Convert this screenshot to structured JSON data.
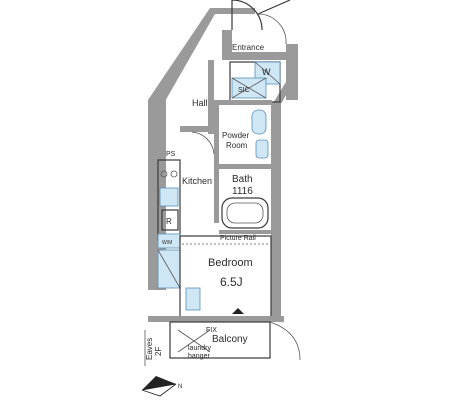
{
  "rooms": {
    "entrance": "Entrance",
    "w": "W",
    "sic": "SIC",
    "hall": "Hall",
    "powder_room": "Powder\nRoom",
    "powder_room_line1": "Powder",
    "powder_room_line2": "Room",
    "ps": "PS",
    "kitchen": "Kitchen",
    "bath": "Bath",
    "bath_size": "1116",
    "r": "R",
    "wm": "W/M",
    "picture_rail": "Picture Rail",
    "bedroom": "Bedroom",
    "bedroom_size": "6.5J",
    "balcony": "Balcony",
    "fix": "FIX",
    "laundry_line1": "laundry",
    "laundry_line2": "hanger",
    "eaves": "Eaves",
    "floor": "2F"
  },
  "compass": {
    "north_label": "N"
  },
  "colors": {
    "wall": "#9a9a9a",
    "fixture_fill": "#cfe6f5",
    "fixture_stroke": "#5a8fb8",
    "line": "#3a3a3a"
  }
}
